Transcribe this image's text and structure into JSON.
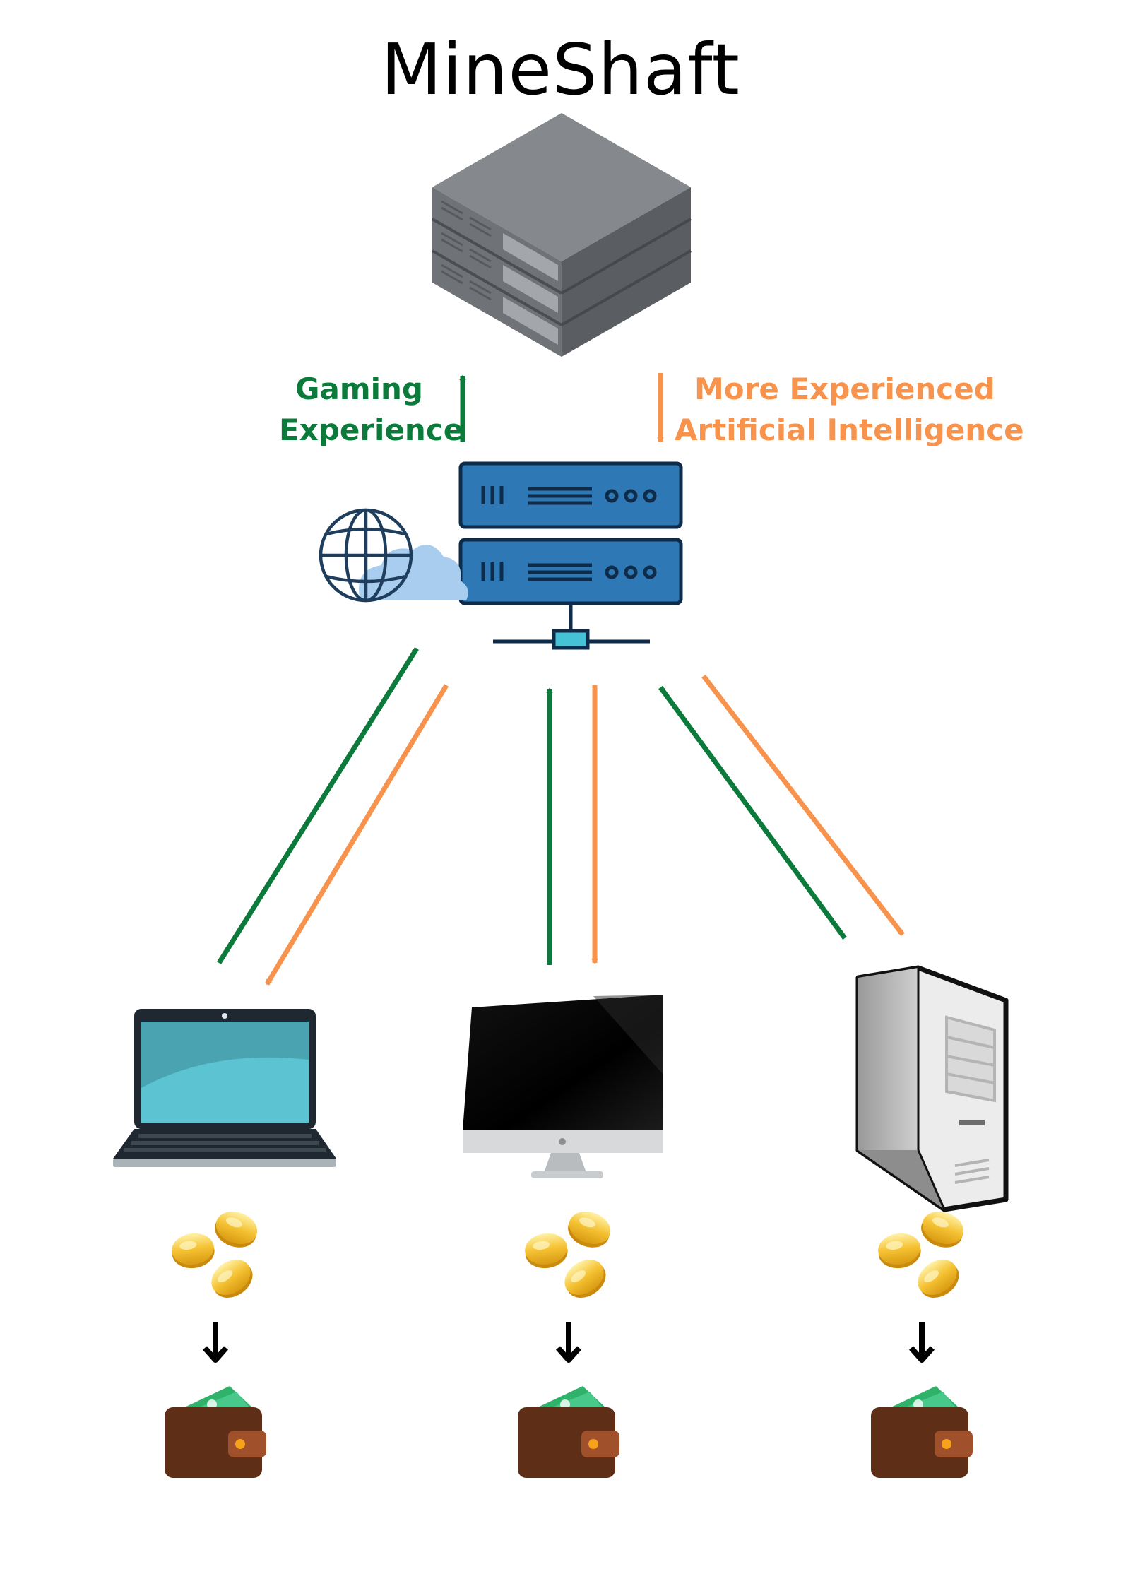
{
  "title": "MineShaft",
  "labels": {
    "up_line1": "Gaming",
    "up_line2": "Experience",
    "down_line1": "More Experienced",
    "down_line2": "Artificial Intelligence"
  },
  "colors": {
    "green_arrow": "#0b7a3b",
    "orange_arrow": "#f7934c",
    "black_arrow": "#000000",
    "rack_blue": "#2f78b6",
    "cloud_blue": "#a9cdee",
    "wallet_brown": "#5e2e17",
    "cash_green": "#2fb36b",
    "coin_gold": "#f5c233"
  },
  "nodes": {
    "top_server": "server-stack-icon",
    "hub_server": "network-server-icon",
    "globe": "globe-cloud-icon",
    "devices": [
      "laptop-icon",
      "monitor-icon",
      "desktop-tower-icon"
    ],
    "coins": "gold-coins-icon",
    "wallet": "wallet-icon"
  }
}
